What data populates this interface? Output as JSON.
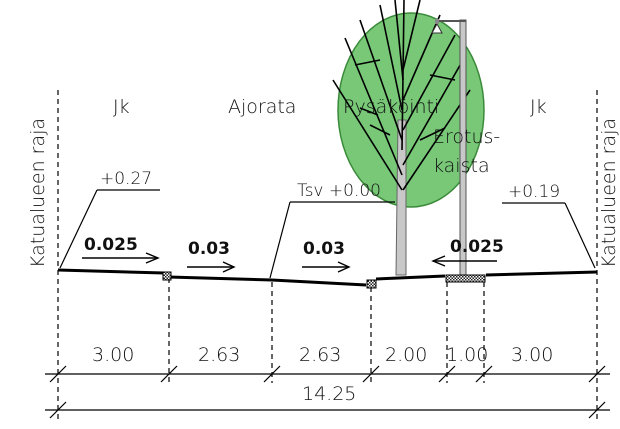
{
  "boundary": {
    "left": "Katualueen raja",
    "right": "Katualueen raja"
  },
  "zones": {
    "jk_left": "Jk",
    "ajorata": "Ajorata",
    "pysakointi": "Pysäköinti",
    "erotus_line1": "Erotus-",
    "erotus_line2": "kaista",
    "jk_right": "Jk"
  },
  "heights": {
    "left": "+0.27",
    "center": "Tsv +0.00",
    "right": "+0.19"
  },
  "slopes": {
    "s1": "0.025",
    "s2": "0.03",
    "s3": "0.03",
    "s4": "0.025"
  },
  "widths": {
    "w1": "3.00",
    "w2": "2.63",
    "w3": "2.63",
    "w4": "2.00",
    "w5": "1.00",
    "w6": "3.00",
    "total": "14.25"
  },
  "colors": {
    "tree_crown": "#78c878",
    "tree_stroke": "#3a8a3a",
    "trunk": "#c8c8c8",
    "line": "#000000"
  }
}
